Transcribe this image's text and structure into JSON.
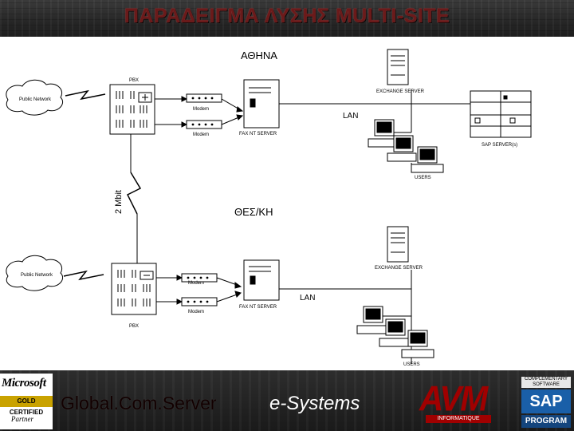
{
  "slide": {
    "title": "ΠΑΡΑΔΕΙΓΜΑ ΛΥΣΗΣ MULTI-SITE"
  },
  "diagram": {
    "athens_label": "ΑΘΗΝΑ",
    "thessaloniki_label": "ΘΕΣ/ΚΗ",
    "link_label": "2 Mbit",
    "top": {
      "cloud": "Public Network",
      "pbx": "PBX",
      "modem1": "Modem",
      "modem2": "Modem",
      "fax_server": "FAX NT SERVER",
      "exchange_server": "EXCHANGE SERVER",
      "lan": "LAN",
      "sap_server": "SAP SERVER(s)",
      "users": "USERS"
    },
    "bottom": {
      "cloud": "Public Network",
      "pbx": "PBX",
      "modem1": "Modem",
      "modem2": "Modem",
      "fax_server": "FAX NT SERVER",
      "exchange_server": "EXCHANGE SERVER",
      "lan": "LAN",
      "users": "USERS"
    }
  },
  "footer": {
    "microsoft": "Microsoft",
    "gold": "GOLD CERTIFIED",
    "partner": "Partner",
    "product": "Global.Com.Server",
    "esystems": "e-Systems",
    "avm": "AVM",
    "avm_sub": "INFORMATIQUE",
    "sap_top": "COMPLEMENTARY SOFTWARE",
    "sap": "SAP",
    "sap_program": "PROGRAM"
  }
}
